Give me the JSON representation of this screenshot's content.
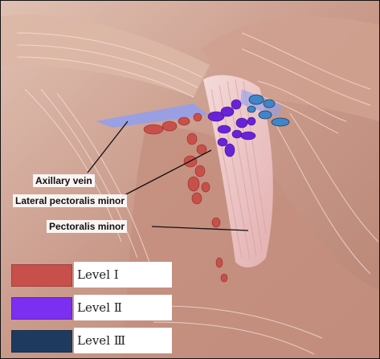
{
  "labels": {
    "axillary_vein": "Axillary vein",
    "lateral_pectoralis_minor": "Lateral pectoralis minor",
    "pectoralis_minor": "Pectoralis minor"
  },
  "legend": [
    {
      "label": "Level Ⅰ",
      "color": "#c8504a"
    },
    {
      "label": "Level Ⅱ",
      "color": "#7b2ff0"
    },
    {
      "label": "Level Ⅲ",
      "color": "#1e3a5f"
    }
  ],
  "colors": {
    "skin": "#c89a88",
    "muscle": "#efc7c7",
    "vein": "#8f9ff0",
    "level1_nodes": "#c8504a",
    "level2_nodes": "#6a22d8",
    "level3_nodes": "#3f86c8"
  }
}
